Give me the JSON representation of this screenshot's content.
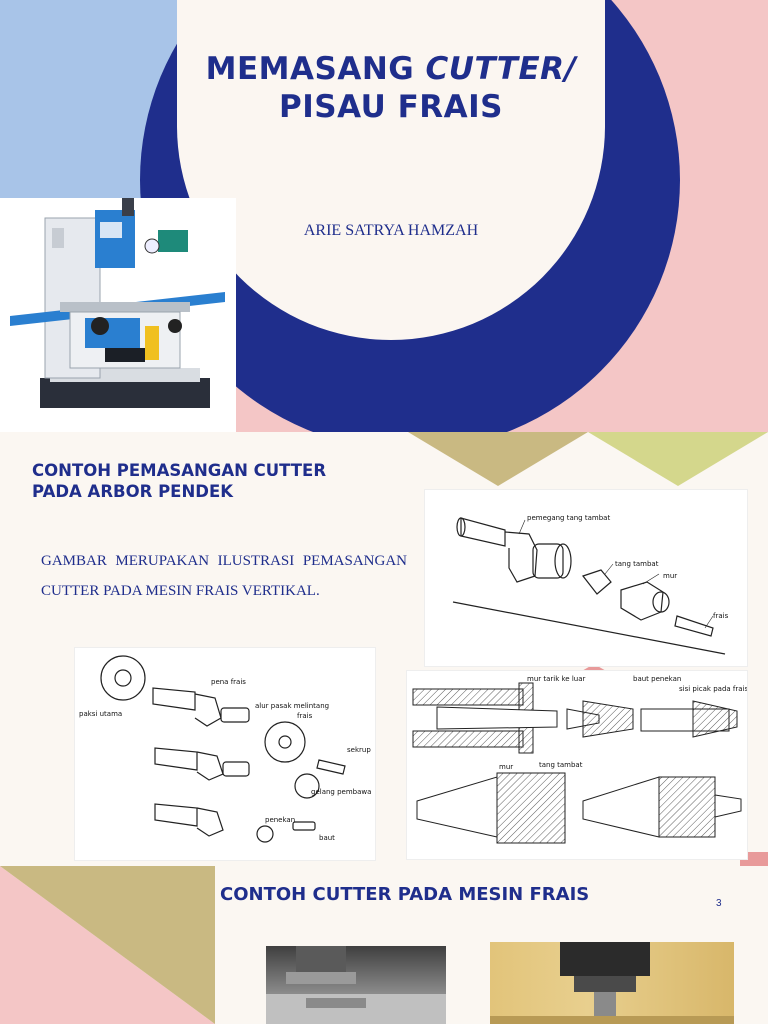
{
  "slide1": {
    "title_line1_part1": "MEMASANG ",
    "title_line1_part2": "CUTTER/",
    "title_line2": "PISAU FRAIS",
    "author": "ARIE SATRYA HAMZAH",
    "colors": {
      "navy": "#1f2e8c",
      "pink": "#f4c6c6",
      "light_blue": "#a8c4e8",
      "cream": "#fbf6f1"
    },
    "image_icon": "milling-machine-photo"
  },
  "slide2": {
    "heading_line1": "CONTOH PEMASANGAN CUTTER",
    "heading_line2": "PADA ARBOR PENDEK",
    "body": "GAMBAR MERUPAKAN ILUSTRASI PEMASANGAN CUTTER PADA MESIN FRAIS VERTIKAL.",
    "figure1_labels": [
      "pemegang tang tambat",
      "tang tambat",
      "mur",
      "frais"
    ],
    "figure2_labels": [
      "pena frais",
      "paksi utama",
      "alur pasak melintang",
      "frais",
      "sekrup",
      "gelang pembawa",
      "penekan",
      "baut"
    ],
    "figure3_labels": [
      "mur tarik ke luar",
      "baut penekan",
      "sisi picak pada frais",
      "tang tambat",
      "mur"
    ]
  },
  "slide3": {
    "heading": "CONTOH CUTTER PADA MESIN FRAIS",
    "page_number": "3"
  }
}
